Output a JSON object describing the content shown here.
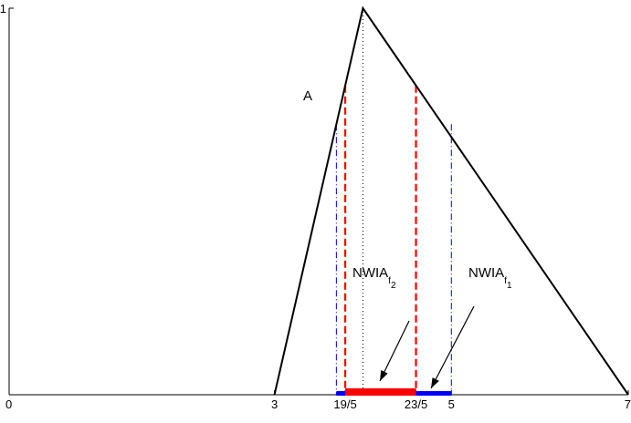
{
  "chart_data": {
    "type": "line",
    "xlim": [
      0,
      7
    ],
    "ylim": [
      0,
      1
    ],
    "x_ticks": [
      {
        "value": 0,
        "label": "0"
      },
      {
        "value": 3,
        "label": "3"
      },
      {
        "value": 3.8,
        "label": "19/5"
      },
      {
        "value": 4.6,
        "label": "23/5"
      },
      {
        "value": 5,
        "label": "5"
      },
      {
        "value": 7,
        "label": "7"
      }
    ],
    "y_ticks": [
      {
        "value": 1,
        "label": "1"
      }
    ],
    "triangle_A": {
      "label": "A",
      "points": [
        [
          3,
          0
        ],
        [
          4,
          1
        ],
        [
          7,
          0
        ]
      ]
    },
    "peak_dotted_line": {
      "x": 4,
      "y_top": 1
    },
    "red_dashed_lines": [
      {
        "x": 3.8,
        "y_top": 0.8
      },
      {
        "x": 4.6,
        "y_top": 0.8
      }
    ],
    "blue_dashdot_lines": [
      {
        "x": 3.7,
        "y_top": 0.7
      },
      {
        "x": 5,
        "y_top": 0.7
      }
    ],
    "intervals": [
      {
        "name": "NWIA_f1",
        "label_main": "NWIA",
        "label_sub": "f",
        "label_subsub": "1",
        "x_start": 3.7,
        "x_end": 5,
        "color": "#0000ff"
      },
      {
        "name": "NWIA_f2",
        "label_main": "NWIA",
        "label_sub": "f",
        "label_subsub": "2",
        "x_start": 3.8,
        "x_end": 4.6,
        "color": "#ff0000"
      }
    ],
    "colors": {
      "triangle": "#000000",
      "red": "#ff0000",
      "blue": "#0000ff",
      "dotted": "#000000"
    }
  }
}
